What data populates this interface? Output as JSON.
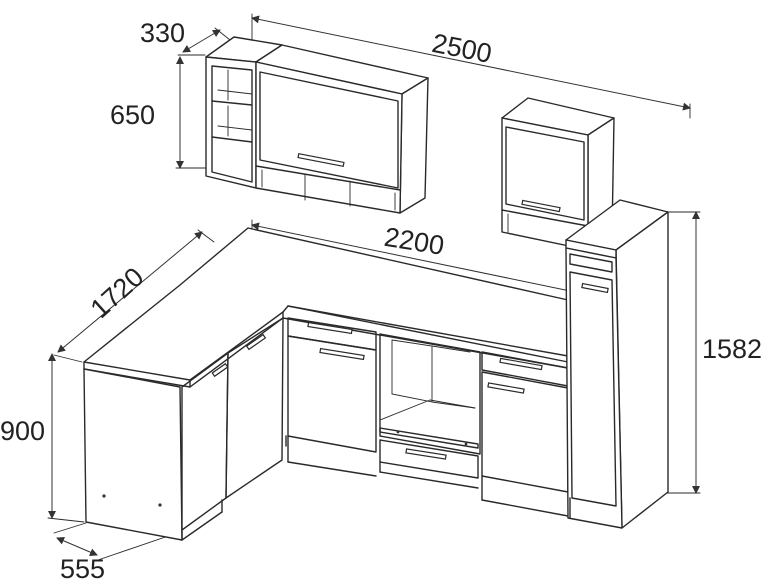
{
  "dimensions": {
    "upper_depth": "330",
    "upper_width_total": "2500",
    "upper_height": "650",
    "counter_depth_side": "1720",
    "counter_width_back": "2200",
    "tall_height": "1582",
    "base_height": "900",
    "base_depth": "555"
  }
}
